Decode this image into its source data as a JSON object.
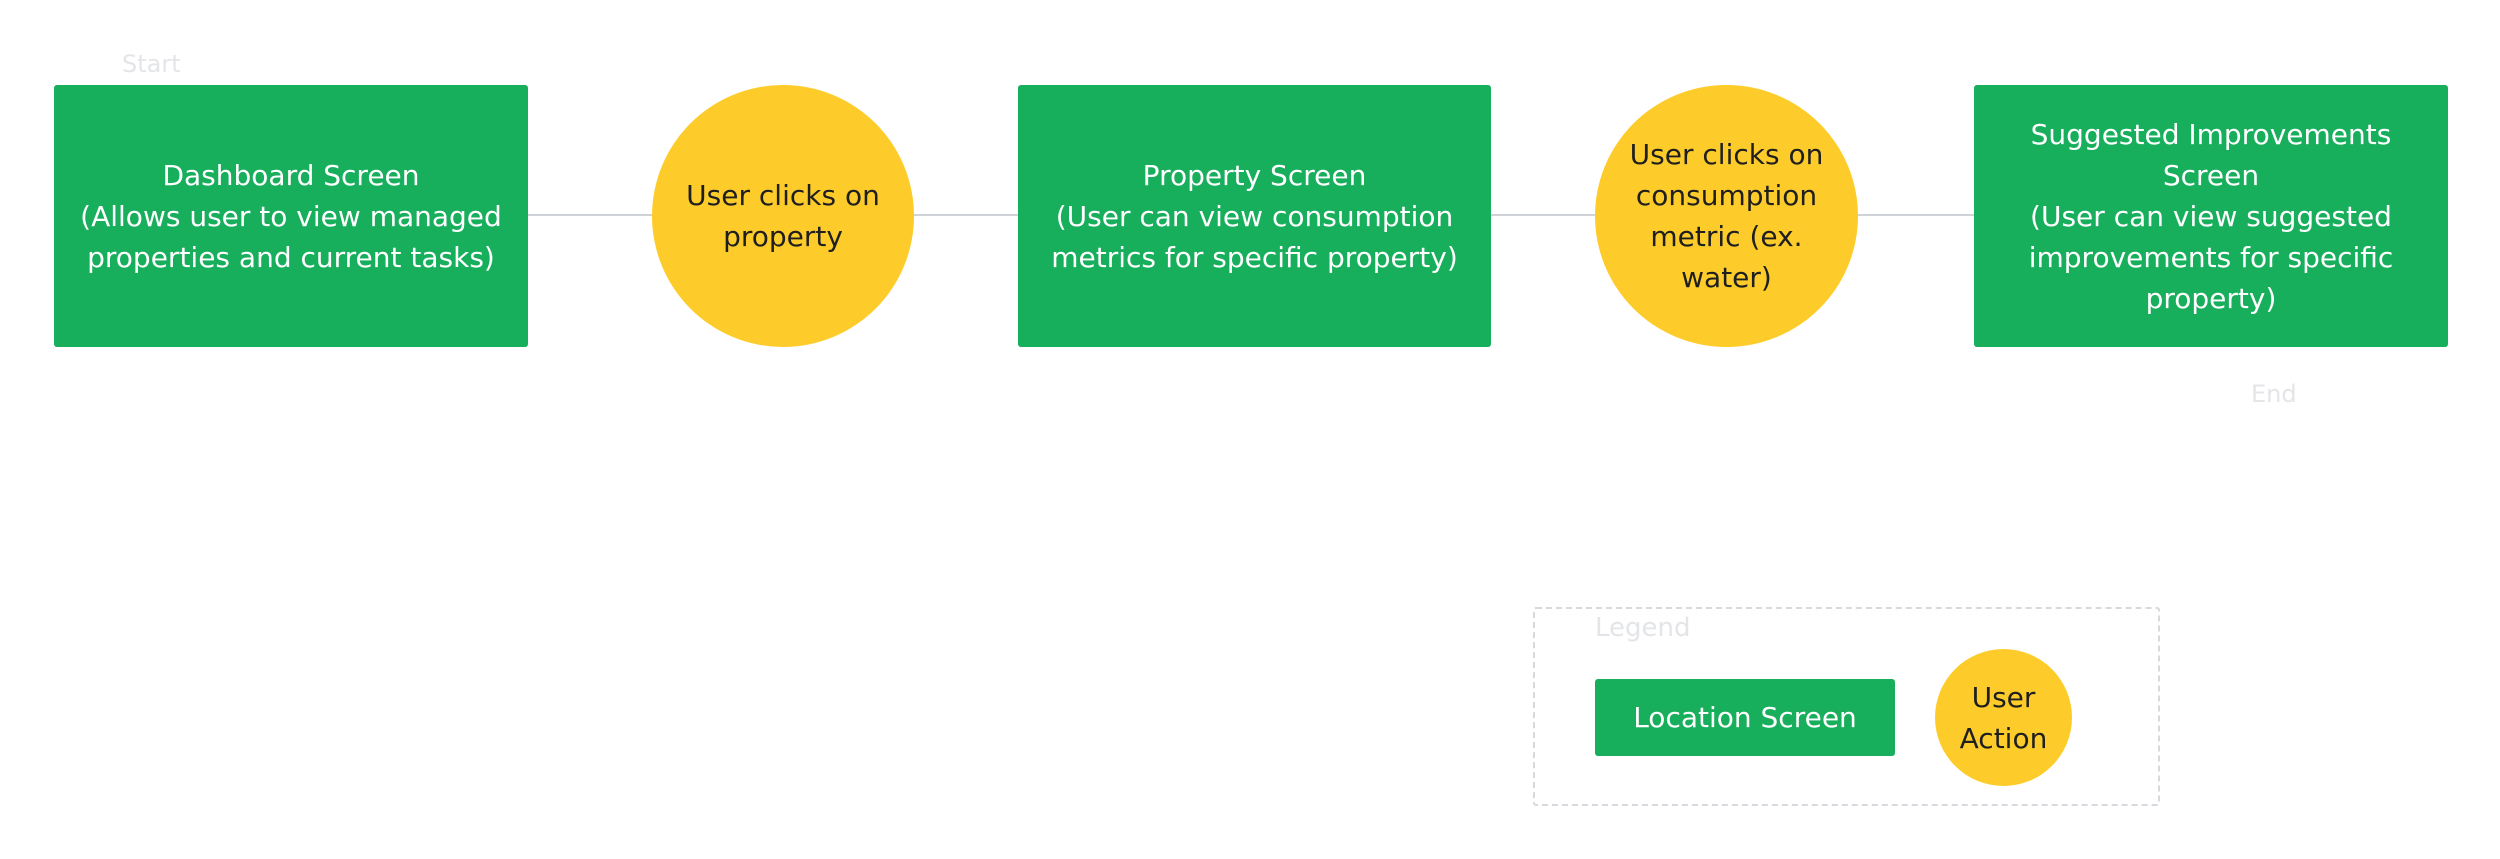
{
  "diagram": {
    "start_label": "Start",
    "end_label": "End",
    "nodes": {
      "dashboard": {
        "kind": "screen",
        "text": "Dashboard Screen\n(Allows user to view managed properties and current tasks)"
      },
      "clicks_property": {
        "kind": "action",
        "text": "User clicks on property"
      },
      "property": {
        "kind": "screen",
        "text": "Property Screen\n(User can view consumption metrics for specific property)"
      },
      "clicks_metric": {
        "kind": "action",
        "text": "User clicks on consumption metric (ex. water)"
      },
      "improvements": {
        "kind": "screen",
        "text": "Suggested Improvements Screen\n(User can view suggested improvements for specific property)"
      }
    },
    "edges": [
      [
        "dashboard",
        "clicks_property"
      ],
      [
        "clicks_property",
        "property"
      ],
      [
        "property",
        "clicks_metric"
      ],
      [
        "clicks_metric",
        "improvements"
      ]
    ]
  },
  "legend": {
    "title": "Legend",
    "screen_label": "Location Screen",
    "action_label": "User\nAction"
  },
  "colors": {
    "screen": "#17ae5c",
    "action": "#fdcc2a",
    "connector": "#cfd3d8",
    "faint_text": "#e3e5e8"
  }
}
